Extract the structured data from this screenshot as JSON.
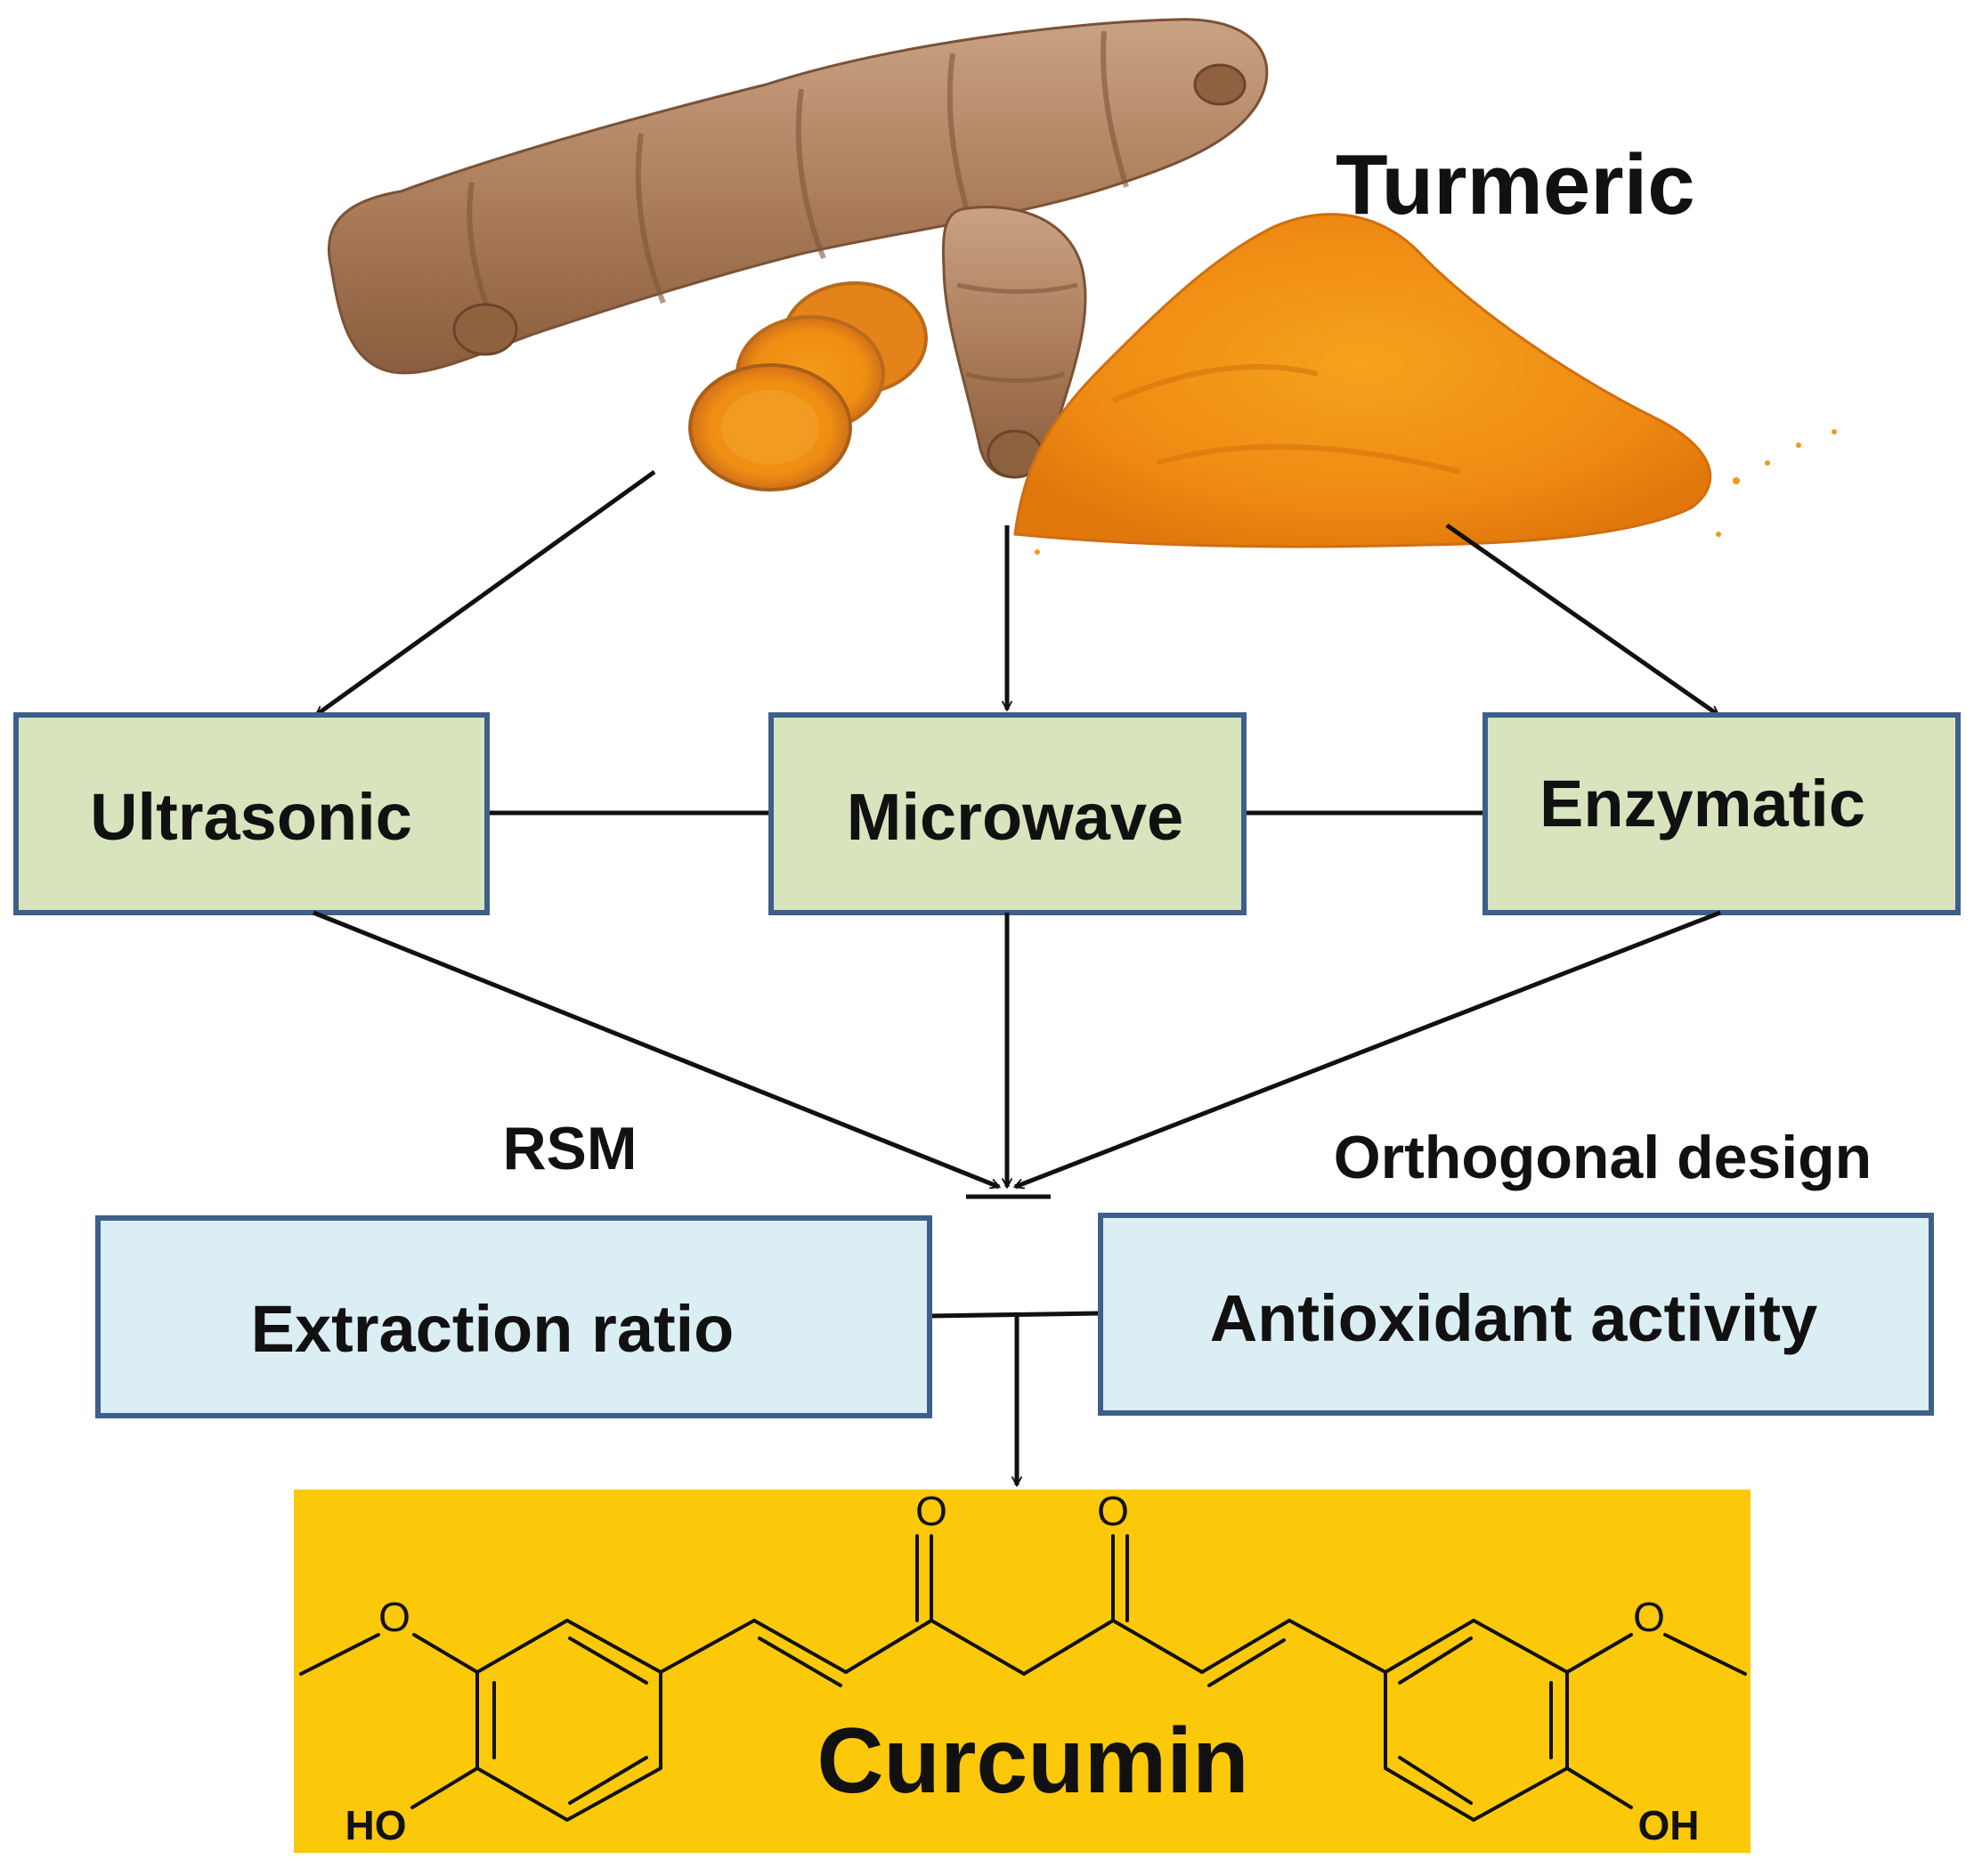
{
  "source_title": "Turmeric",
  "methods": {
    "ultrasonic": "Ultrasonic",
    "microwave": "Microwave",
    "enzymatic": "Enzymatic"
  },
  "optimization": {
    "rsm": "RSM",
    "orthogonal": "Orthogonal design"
  },
  "outcomes": {
    "extraction": "Extraction ratio",
    "antioxidant": "Antioxidant activity"
  },
  "product": {
    "name": "Curcumin",
    "atoms": {
      "o_ketone_left": "O",
      "o_ketone_right": "O",
      "o_methoxy_left": "O",
      "o_methoxy_right": "O",
      "ho_left": "HO",
      "oh_right": "OH"
    }
  },
  "colors": {
    "method_box_fill": "#d8e4bd",
    "outcome_box_fill": "#dbeef4",
    "box_border": "#3e5f8a",
    "product_fill": "#fcc80a",
    "powder": "#f08f14",
    "root": "#b88862"
  }
}
